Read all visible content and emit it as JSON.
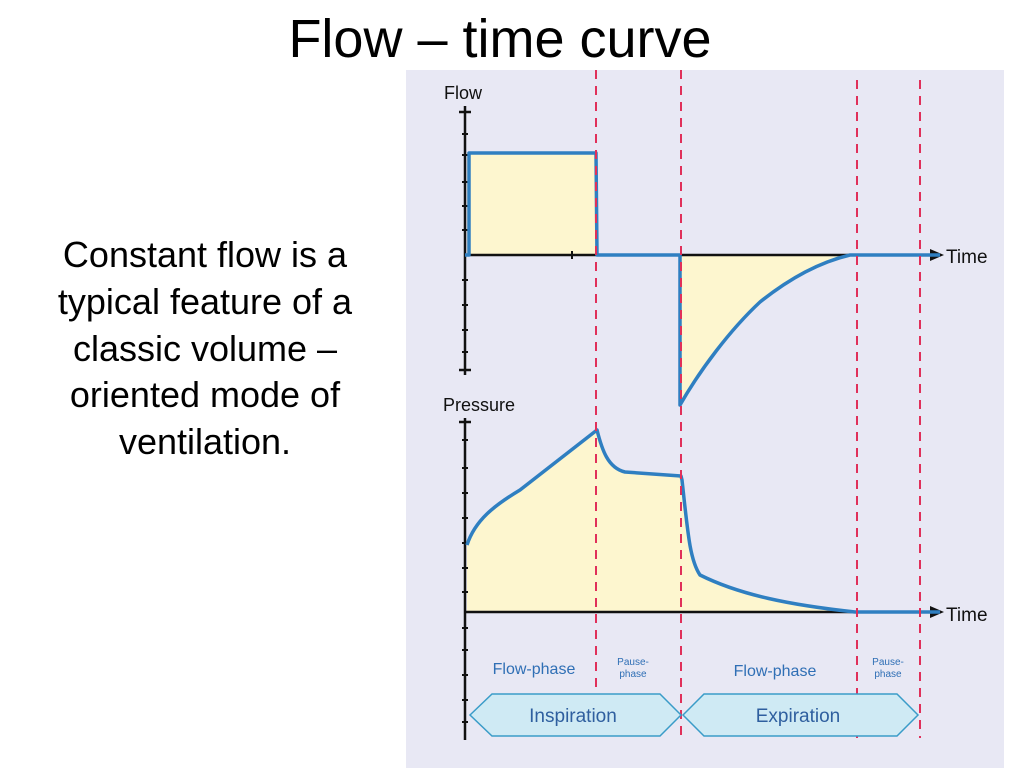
{
  "slide": {
    "title": "Flow – time curve",
    "body": "Constant flow is a typical feature of a classic volume – oriented mode of ventilation."
  },
  "diagram": {
    "flow_axis_label": "Flow",
    "pressure_axis_label": "Pressure",
    "time_label_top": "Time",
    "time_label_bottom": "Time",
    "phases": [
      {
        "line1": "Flow-phase",
        "line2": ""
      },
      {
        "line1": "Pause-",
        "line2": "phase"
      },
      {
        "line1": "Flow-phase",
        "line2": ""
      },
      {
        "line1": "Pause-",
        "line2": "phase"
      }
    ],
    "inspiration_label": "Inspiration",
    "expiration_label": "Expiration",
    "colors": {
      "panel_bg": "#e8e8f4",
      "curve": "#2f7fc1",
      "fill": "#fdf6cf",
      "marker": "#e0305a",
      "arrow_fill": "#cfeaf4",
      "arrow_stroke": "#3a9cc8",
      "phase_text": "#2f6fb5"
    }
  }
}
